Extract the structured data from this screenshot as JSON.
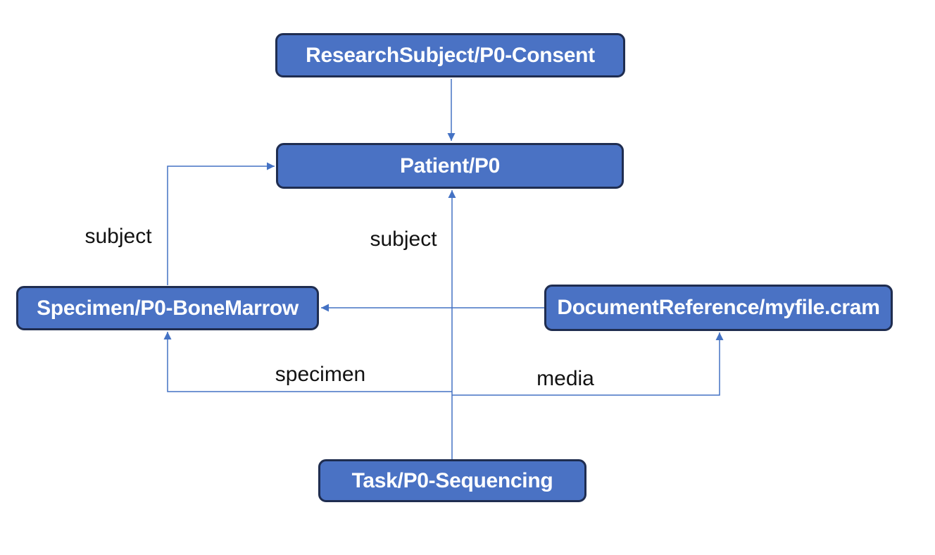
{
  "diagram": {
    "colors": {
      "background": "#ffffff",
      "node_fill": "#4a72c4",
      "node_border": "#1f2d50",
      "node_text": "#ffffff",
      "edge_color": "#4472c4",
      "edge_label_color": "#121212"
    },
    "nodes": [
      {
        "id": "research-subject",
        "label": "ResearchSubject/P0-Consent"
      },
      {
        "id": "patient",
        "label": "Patient/P0"
      },
      {
        "id": "specimen",
        "label": "Specimen/P0-BoneMarrow"
      },
      {
        "id": "document-reference",
        "label": "DocumentReference/myfile.cram"
      },
      {
        "id": "task",
        "label": "Task/P0-Sequencing"
      }
    ],
    "edges": [
      {
        "from": "ResearchSubject/P0-Consent",
        "to": "Patient/P0",
        "label": ""
      },
      {
        "from": "Specimen/P0-BoneMarrow",
        "to": "Patient/P0",
        "label": "subject"
      },
      {
        "from": "DocumentReference/myfile.cram",
        "to": "Specimen/P0-BoneMarrow",
        "label": ""
      },
      {
        "from": "Task/P0-Sequencing",
        "to": "Patient/P0",
        "label": "subject"
      },
      {
        "from": "Task/P0-Sequencing",
        "to": "Specimen/P0-BoneMarrow",
        "label": "specimen"
      },
      {
        "from": "Task/P0-Sequencing",
        "to": "DocumentReference/myfile.cram",
        "label": "media"
      }
    ]
  }
}
